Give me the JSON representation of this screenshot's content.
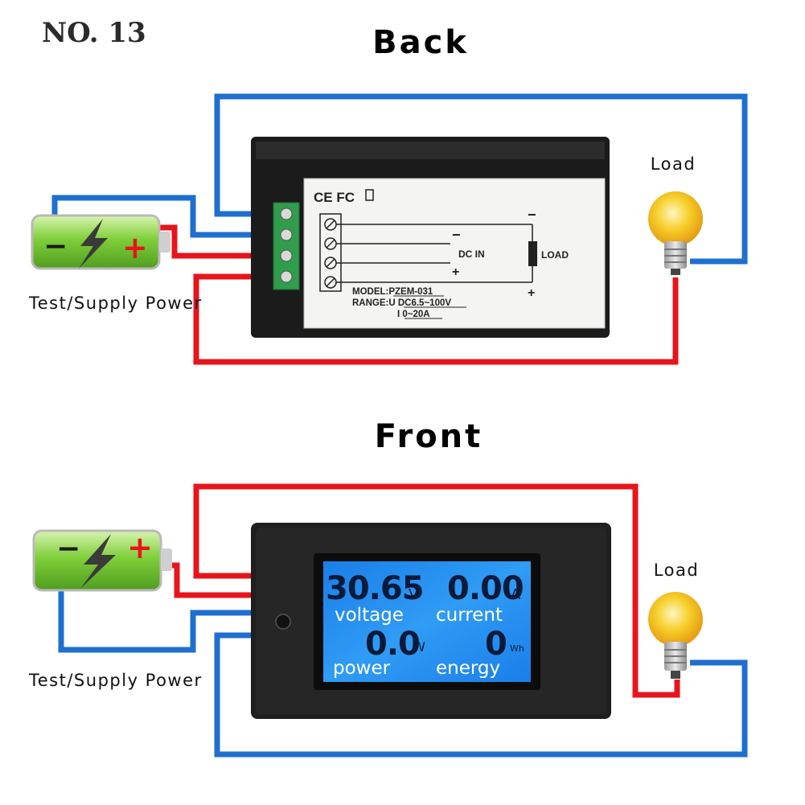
{
  "header": {
    "number_label": "NO. 13"
  },
  "back": {
    "title": "Back",
    "load_label": "Load",
    "power_label": "Test/Supply Power",
    "battery": {
      "minus": "−",
      "plus": "+"
    },
    "panel": {
      "certifications": "CE FC",
      "dc_in_label": "DC IN",
      "load_label": "LOAD",
      "minus_top_right": "−",
      "minus_dcin": "−",
      "plus_dcin": "+",
      "plus_bottom_right": "+",
      "model_line": "MODEL:PZEM-031",
      "range_u_line": "RANGE:U DC6.5~100V",
      "range_i_line": "I 0~20A"
    }
  },
  "front": {
    "title": "Front",
    "load_label": "Load",
    "power_label": "Test/Supply Power",
    "battery": {
      "minus": "−",
      "plus": "+"
    },
    "display": {
      "voltage_value": "30.65",
      "voltage_unit": "V",
      "voltage_label": "voltage",
      "current_value": "0.00",
      "current_unit": "A",
      "current_label": "current",
      "power_value": "0.0",
      "power_unit": "W",
      "power_label": "power",
      "energy_value": "0",
      "energy_unit": "Wh",
      "energy_label": "energy"
    }
  },
  "colors": {
    "wire_red": "#e8141b",
    "wire_blue": "#1e6fcf",
    "lcd_blue": "#1f8ff0",
    "battery_green": "#7fcf3a",
    "bulb_yellow": "#f5c21b"
  }
}
